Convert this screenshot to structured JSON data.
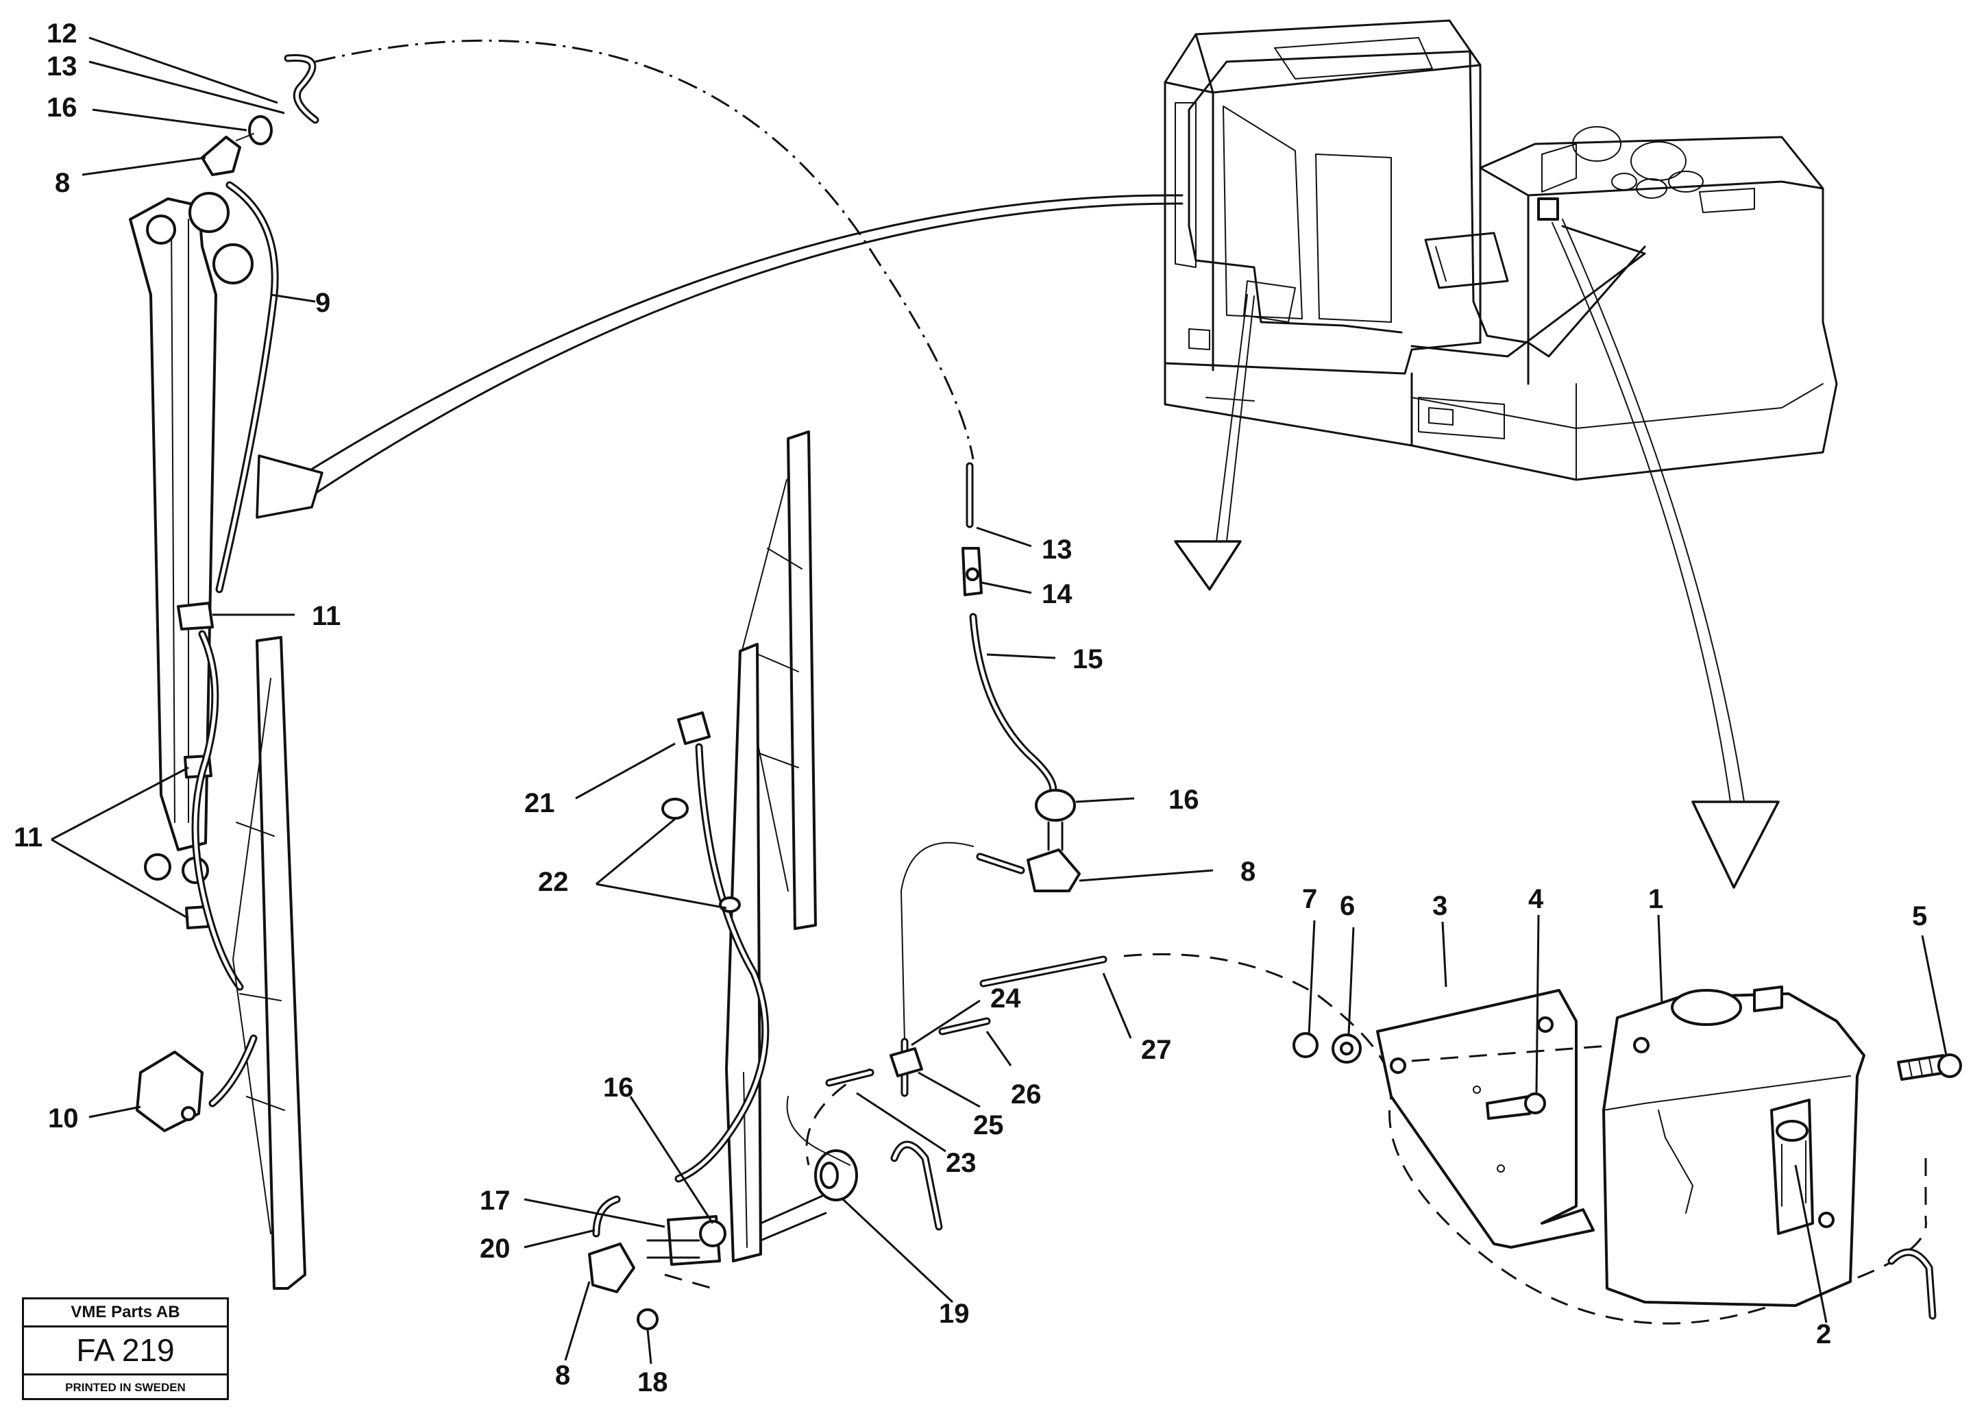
{
  "callouts": [
    "12",
    "13",
    "16",
    "8",
    "9",
    "11",
    "11",
    "10",
    "13",
    "14",
    "15",
    "16",
    "8",
    "21",
    "22",
    "24",
    "27",
    "26",
    "25",
    "23",
    "16",
    "17",
    "20",
    "8",
    "18",
    "19",
    "7",
    "6",
    "3",
    "4",
    "1",
    "5",
    "2"
  ],
  "stamp": {
    "company": "VME Parts AB",
    "code": "FA 219",
    "printed": "PRINTED IN SWEDEN"
  }
}
